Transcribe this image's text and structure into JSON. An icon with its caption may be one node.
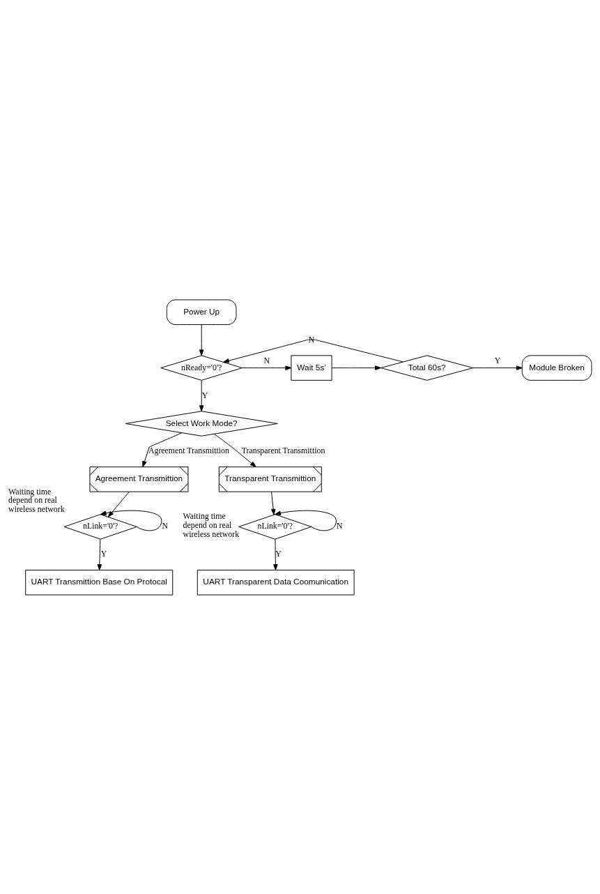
{
  "diagram": {
    "nodes": [
      {
        "text": [
          "Power Up"
        ]
      },
      {
        "text": [
          "nReady='0'?"
        ]
      },
      {
        "text": [
          "Wait 5s'"
        ]
      },
      {
        "text": [
          "Total 60s?"
        ]
      },
      {
        "text": [
          "Module Broken"
        ]
      },
      {
        "text": [
          "Select Work Mode?"
        ]
      },
      {
        "text": [
          "Agreement Transmittion"
        ]
      },
      {
        "text": [
          "nLink='0'?"
        ],
        "beside": [
          "Waiting time depend on real wireless network"
        ]
      },
      {
        "text": [
          "UART Transmittion Base On Protocal"
        ]
      },
      {
        "text": [
          "Transparent Transmittion"
        ]
      },
      {
        "text": [
          "nLink='0'?"
        ],
        "beside": [
          "Waiting time depend on real wireless network"
        ]
      },
      {
        "text": [
          "UART Transparent Data Coomunication"
        ]
      }
    ],
    "edges": [
      {
        "from": 0,
        "to": 1,
        "arrow": "to"
      },
      {
        "from": 1,
        "to": 2,
        "label": "N",
        "arrow": "to"
      },
      {
        "from": 2,
        "to": 3,
        "arrow": "to"
      },
      {
        "from": 3,
        "to": 4,
        "label": "Y",
        "arrow": "to"
      },
      {
        "from": 3,
        "to": 1,
        "label": "N",
        "arrow": "to"
      },
      {
        "from": 1,
        "to": 5,
        "label": "Y",
        "arrow": "to"
      },
      {
        "from": 5,
        "to": 6,
        "label": "Agreement Transmittion",
        "arrow": "to"
      },
      {
        "from": 5,
        "to": 9,
        "label": "Transparent Transmittion",
        "arrow": "to"
      },
      {
        "from": 6,
        "to": 7,
        "arrow": "to"
      },
      {
        "from": 7,
        "to": 7,
        "label": "N",
        "arrow": "to"
      },
      {
        "from": 7,
        "to": 8,
        "label": "Y",
        "arrow": "to"
      },
      {
        "from": 9,
        "to": 10,
        "arrow": "to"
      },
      {
        "from": 10,
        "to": 10,
        "label": "N",
        "arrow": "to"
      },
      {
        "from": 10,
        "to": 11,
        "label": "Y",
        "arrow": "to"
      }
    ]
  }
}
